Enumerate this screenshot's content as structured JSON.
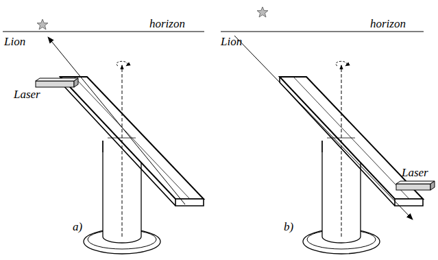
{
  "diagram": {
    "labels": [
      "horizon",
      "Lion",
      "Laser",
      "a)",
      "horizon",
      "Lion",
      "Laser",
      "b)"
    ]
  }
}
